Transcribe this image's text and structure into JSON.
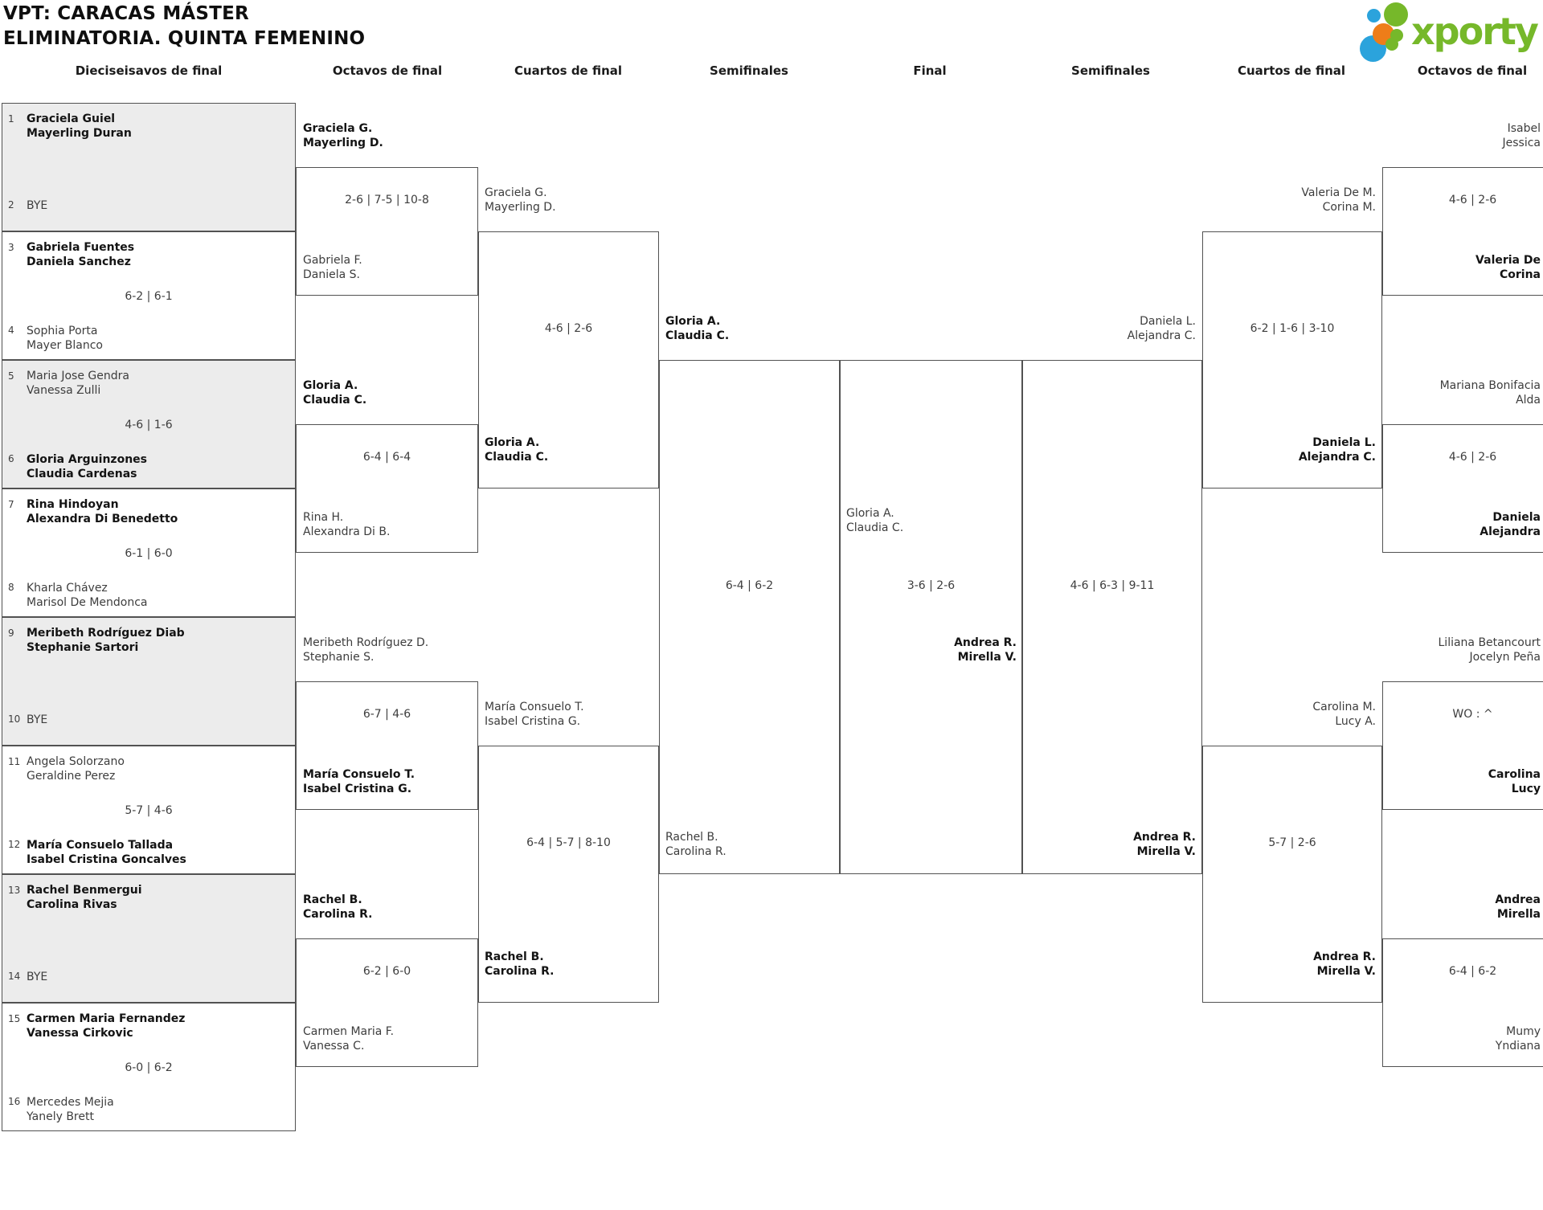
{
  "title": {
    "line1": "VPT: CARACAS MÁSTER",
    "line2": "ELIMINATORIA. QUINTA FEMENINO"
  },
  "logo": {
    "brand": "xporty",
    "colors": {
      "green": "#76b82a",
      "blue": "#2ba3dc",
      "orange": "#ee7d19"
    }
  },
  "round_headers": [
    "Dieciseisavos de final",
    "Octavos de final",
    "Cuartos de final",
    "Semifinales",
    "Final",
    "Semifinales",
    "Cuartos de final",
    "Octavos de final"
  ],
  "r16": [
    {
      "posA": "1",
      "teamA": [
        "Graciela Guiel",
        "Mayerling Duran"
      ],
      "score": "",
      "posB": "2",
      "teamB": [
        "BYE"
      ]
    },
    {
      "posA": "3",
      "teamA": [
        "Gabriela Fuentes",
        "Daniela Sanchez"
      ],
      "score": "6-2 | 6-1",
      "posB": "4",
      "teamB": [
        "Sophia Porta",
        "Mayer Blanco"
      ]
    },
    {
      "posA": "5",
      "teamA": [
        "Maria Jose Gendra",
        "Vanessa Zulli"
      ],
      "score": "4-6 | 1-6",
      "posB": "6",
      "teamB": [
        "Gloria Arguinzones",
        "Claudia Cardenas"
      ]
    },
    {
      "posA": "7",
      "teamA": [
        "Rina Hindoyan",
        "Alexandra Di Benedetto"
      ],
      "score": "6-1 | 6-0",
      "posB": "8",
      "teamB": [
        "Kharla Chávez",
        "Marisol De Mendonca"
      ]
    },
    {
      "posA": "9",
      "teamA": [
        "Meribeth Rodríguez Diab",
        "Stephanie Sartori"
      ],
      "score": "",
      "posB": "10",
      "teamB": [
        "BYE"
      ]
    },
    {
      "posA": "11",
      "teamA": [
        "Angela Solorzano",
        "Geraldine Perez"
      ],
      "score": "5-7 | 4-6",
      "posB": "12",
      "teamB": [
        "María Consuelo Tallada",
        "Isabel Cristina Goncalves"
      ]
    },
    {
      "posA": "13",
      "teamA": [
        "Rachel Benmergui",
        "Carolina Rivas"
      ],
      "score": "",
      "posB": "14",
      "teamB": [
        "BYE"
      ]
    },
    {
      "posA": "15",
      "teamA": [
        "Carmen Maria Fernandez",
        "Vanessa Cirkovic"
      ],
      "score": "6-0 | 6-2",
      "posB": "16",
      "teamB": [
        "Mercedes Mejia",
        "Yanely Brett"
      ]
    }
  ],
  "octavos_left": [
    {
      "teamA": [
        "Graciela G.",
        "Mayerling D."
      ],
      "score": "2-6 | 7-5 | 10-8",
      "teamB": [
        "Gabriela F.",
        "Daniela S."
      ]
    },
    {
      "teamA": [
        "Gloria A.",
        "Claudia C."
      ],
      "score": "6-4 | 6-4",
      "teamB": [
        "Rina H.",
        "Alexandra Di B."
      ]
    },
    {
      "teamA": [
        "Meribeth Rodríguez D.",
        "Stephanie S."
      ],
      "score": "6-7 | 4-6",
      "teamB": [
        "María Consuelo T.",
        "Isabel Cristina G."
      ]
    },
    {
      "teamA": [
        "Rachel B.",
        "Carolina R."
      ],
      "score": "6-2 | 6-0",
      "teamB": [
        "Carmen Maria F.",
        "Vanessa C."
      ]
    }
  ],
  "cuartos_left": [
    {
      "teamA": [
        "Graciela G.",
        "Mayerling D."
      ],
      "score": "4-6 | 2-6",
      "teamB": [
        "Gloria A.",
        "Claudia C."
      ]
    },
    {
      "teamA": [
        "María Consuelo T.",
        "Isabel Cristina G."
      ],
      "score": "6-4 | 5-7 | 8-10",
      "teamB": [
        "Rachel B.",
        "Carolina R."
      ]
    }
  ],
  "semifinal_left": {
    "teamA": [
      "Gloria A.",
      "Claudia C."
    ],
    "score": "6-4 | 6-2",
    "teamB": [
      "Rachel B.",
      "Carolina R."
    ]
  },
  "final": {
    "teamA": [
      "Gloria A.",
      "Claudia C."
    ],
    "score": "3-6 | 2-6",
    "teamB": [
      "Andrea R.",
      "Mirella V."
    ]
  },
  "semifinal_right": {
    "teamA": [
      "Daniela L.",
      "Alejandra C."
    ],
    "score": "4-6 | 6-3 | 9-11",
    "teamB": [
      "Andrea R.",
      "Mirella V."
    ]
  },
  "cuartos_right": [
    {
      "teamA": [
        "Valeria De M.",
        "Corina M."
      ],
      "score": "6-2 | 1-6 | 3-10",
      "teamB": [
        "Daniela L.",
        "Alejandra C."
      ]
    },
    {
      "teamA": [
        "Carolina M.",
        "Lucy A."
      ],
      "score": "5-7 | 2-6",
      "teamB": [
        "Andrea R.",
        "Mirella V."
      ]
    }
  ],
  "octavos_right": [
    {
      "teamA": [
        "Isabel",
        "Jessica"
      ],
      "score": "4-6 | 2-6",
      "teamB": [
        "Valeria De",
        "Corina"
      ]
    },
    {
      "teamA": [
        "Mariana Bonifacia",
        "Alda"
      ],
      "score": "4-6 | 2-6",
      "teamB": [
        "Daniela",
        "Alejandra"
      ]
    },
    {
      "teamA": [
        "Liliana Betancourt",
        "Jocelyn Peña"
      ],
      "score": "WO : ^",
      "teamB": [
        "Carolina",
        "Lucy"
      ]
    },
    {
      "teamA": [
        "Andrea",
        "Mirella"
      ],
      "score": "6-4 | 6-2",
      "teamB": [
        "Mumy",
        "Yndiana"
      ]
    }
  ]
}
